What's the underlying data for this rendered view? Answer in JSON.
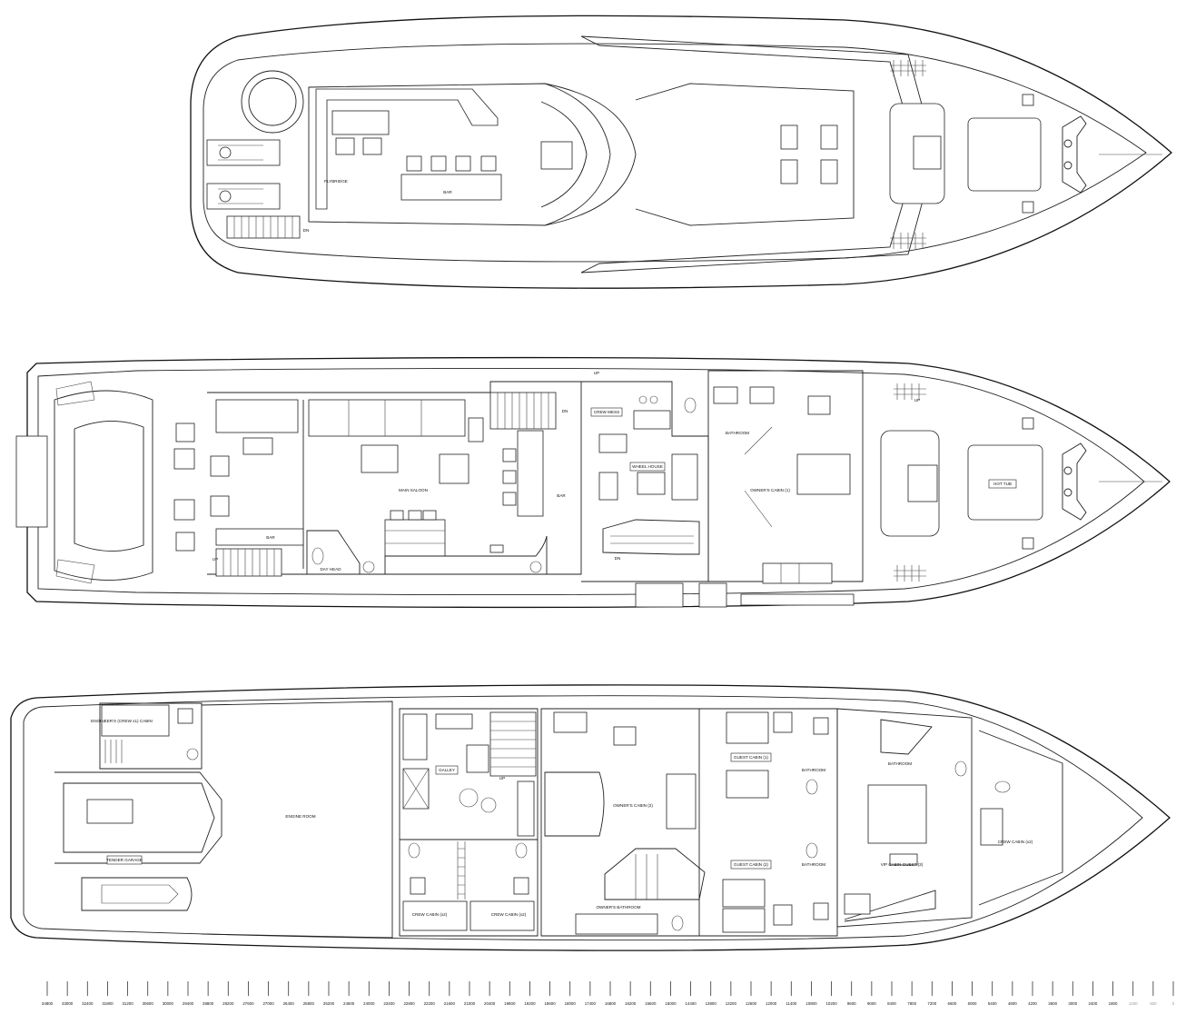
{
  "flybridge": {
    "flybridge": "FLYBRIDGE",
    "bar": "BAR",
    "dn": "DN"
  },
  "main_deck": {
    "main_saloon": "MAIN SALOON",
    "bar_upper": "BAR",
    "bar_aft": "BAR",
    "day_head": "DAY HEAD",
    "crew_mess": "CREW MESS",
    "wheel_house": "WHEEL HOUSE",
    "bathroom": "BATHROOM",
    "owners_cabin_1": "OWNER'S CABIN (1)",
    "hot_tub": "HOT TUB",
    "up": "UP",
    "dn": "DN"
  },
  "lower_deck": {
    "engineers_cabin": "ENGINEER'S (CREW x1) CABIN",
    "tender_garage": "TENDER GARAGE",
    "engine_room": "ENGINE ROOM",
    "galley": "GALLEY",
    "crew_cabin_left": "CREW CABIN (x2)",
    "crew_cabin_right": "CREW CABIN (x2)",
    "owners_cabin_2": "OWNER'S CABIN (2)",
    "owners_bathroom": "OWNER'S BATHROOM",
    "guest_cabin_1": "GUEST CABIN (1)",
    "guest_cabin_2": "GUEST CABIN (2)",
    "bathroom_guest_1": "BATHROOM",
    "bathroom_guest_2": "BATHROOM",
    "bathroom_vip": "BATHROOM",
    "vip_cabin": "VIP CABIN GUEST (3)",
    "crew_cabin_fwd": "CREW CABIN (x2)",
    "up": "UP"
  },
  "scale": {
    "ticks": [
      "34800",
      "33000",
      "32400",
      "31800",
      "31200",
      "30600",
      "30000",
      "29400",
      "28800",
      "28200",
      "27600",
      "27000",
      "26400",
      "25800",
      "25200",
      "24600",
      "24000",
      "23400",
      "22800",
      "22200",
      "21600",
      "21000",
      "20400",
      "19800",
      "19200",
      "18600",
      "18000",
      "17400",
      "16800",
      "16200",
      "15600",
      "15000",
      "14400",
      "13800",
      "13200",
      "12600",
      "12000",
      "11400",
      "10800",
      "10200",
      "9600",
      "9000",
      "8400",
      "7800",
      "7200",
      "6600",
      "6000",
      "5400",
      "4800",
      "4200",
      "3600",
      "3000",
      "2400",
      "1800",
      "1200",
      "600",
      "0"
    ],
    "light_from_index": 54
  }
}
